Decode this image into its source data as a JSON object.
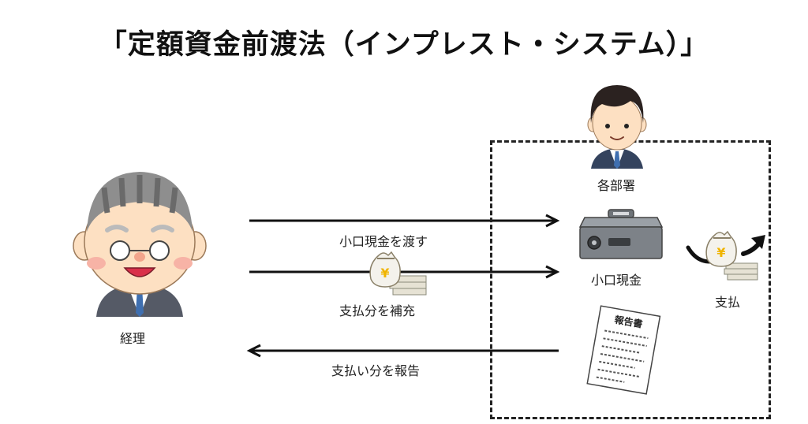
{
  "title": "「定額資金前渡法（インプレスト・システム）」",
  "accounting": {
    "label": "経理"
  },
  "department": {
    "label": "各部署"
  },
  "petty_cash": {
    "label": "小口現金"
  },
  "payment": {
    "label": "支払"
  },
  "report_doc": {
    "heading": "報告書"
  },
  "money_bag": {
    "symbol": "¥"
  },
  "arrows": [
    {
      "label": "小口現金を渡す",
      "direction": "right"
    },
    {
      "label": "支払分を補充",
      "direction": "right"
    },
    {
      "label": "支払い分を報告",
      "direction": "left"
    }
  ],
  "colors": {
    "line": "#111111",
    "skin": "#fde0c2",
    "suit_gray": "#555a66",
    "suit_navy": "#34435e",
    "cashbox": "#7d8288",
    "bag": "#f4f2ec"
  }
}
